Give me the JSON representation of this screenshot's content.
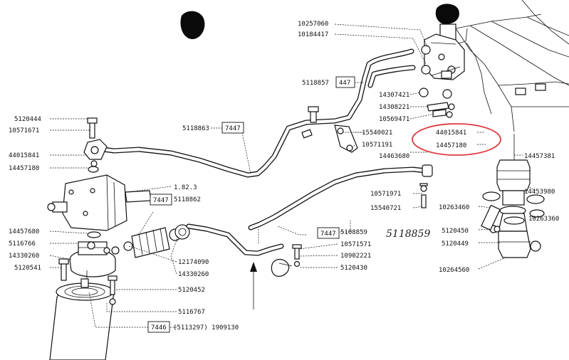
{
  "labels": {
    "p10257060": "10257060",
    "p10184417": "10184417",
    "p5118857": "5118857",
    "p14307421": "14307421",
    "p14308221": "14308221",
    "p10569471": "10569471",
    "p15540021": "15540021",
    "p10571191": "10571191",
    "p14463680": "14463680",
    "p44015841_r": "44015841",
    "p14457180_r": "14457180",
    "p14457381": "14457381",
    "p14453980": "14453980",
    "p10263460": "10263460",
    "p10263360": "10263360",
    "p5120450": "5120450",
    "p5120449": "5120449",
    "p10264560": "10264560",
    "p5120444": "5120444",
    "p10571671": "10571671",
    "p44015841_l": "44015841",
    "p14457180_l": "14457180",
    "p5118863": "5118863",
    "p183": "1.82.3",
    "p5118862": "5118862",
    "p14457680": "14457680",
    "p5116766": "5116766",
    "p14330260_l": "14330260",
    "p5120541": "5120541",
    "p12174090": "12174090",
    "p14330260_m": "14330260",
    "p5120452": "5120452",
    "p5116767": "5116767",
    "p5113297": "(5113297) 1909130",
    "p10571971": "10571971",
    "p15540721": "15540721",
    "p5108859": "5108859",
    "p10571571": "10571571",
    "p10902221": "10902221",
    "p5120430": "5120430"
  },
  "boxes": {
    "b447": "447",
    "b7447_a": "7447",
    "b7447_b": "7447",
    "b7447_c": "7447",
    "b7446": "7446"
  },
  "handwritten": {
    "note": "5118859"
  },
  "colors": {
    "ink": "#111111",
    "highlight": "#e0393e",
    "blot": "#0a0a0a"
  }
}
